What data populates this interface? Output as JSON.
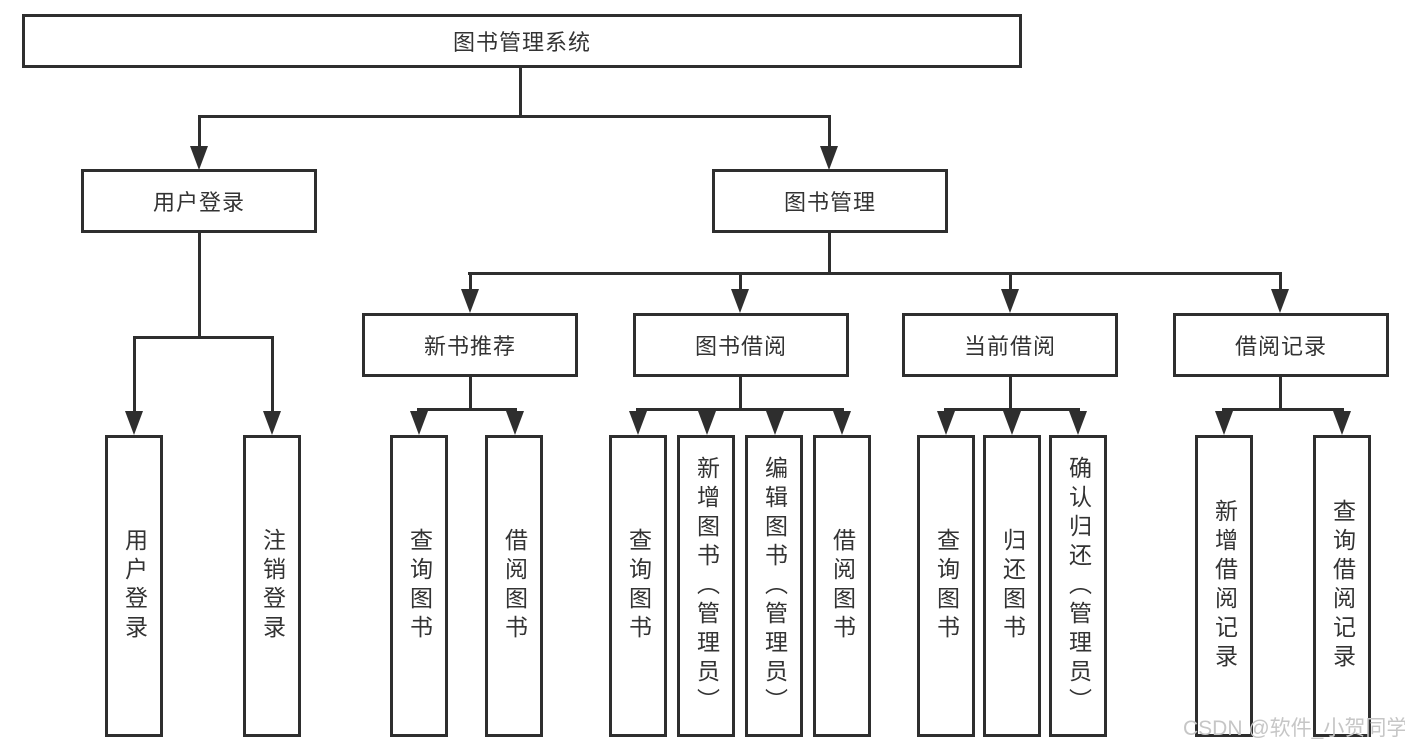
{
  "nodes": {
    "root": "图书管理系统",
    "level2": [
      "用户登录",
      "图书管理"
    ],
    "level3": [
      "新书推荐",
      "图书借阅",
      "当前借阅",
      "借阅记录"
    ],
    "leaves_user_login": [
      "用户登录",
      "注销登录"
    ],
    "leaves_new_book": [
      "查询图书",
      "借阅图书"
    ],
    "leaves_book_borrow": [
      "查询图书",
      "新增图书（管理员）",
      "编辑图书（管理员）",
      "借阅图书"
    ],
    "leaves_current_borrow": [
      "查询图书",
      "归还图书",
      "确认归还（管理员）"
    ],
    "leaves_records": [
      "新增借阅记录",
      "查询借阅记录"
    ]
  },
  "watermark": {
    "text": "CSDN @软件_小贺同学"
  },
  "colors": {
    "line": "#2e2e2e",
    "fill": "#ffffff",
    "text": "#333333",
    "watermark": "#c6c6c6"
  }
}
